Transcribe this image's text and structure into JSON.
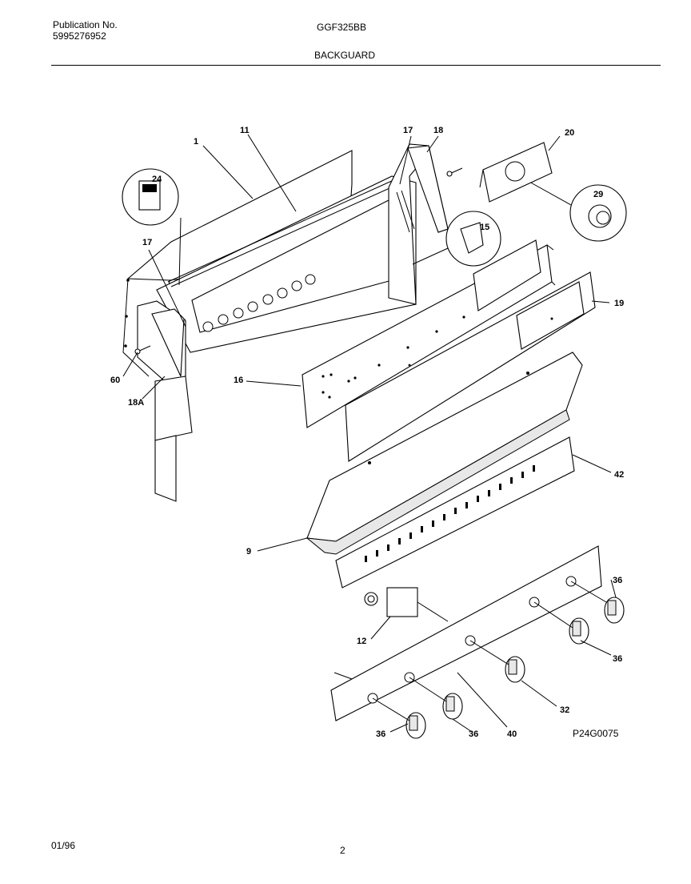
{
  "header": {
    "publication_label": "Publication No.",
    "publication_number": "5995276952",
    "model": "GGF325BB",
    "section": "BACKGUARD"
  },
  "footer": {
    "date": "01/96",
    "page": "2"
  },
  "diagram_code": "P24G0075",
  "callouts": {
    "c1": "1",
    "c11": "11",
    "c17a": "17",
    "c18": "18",
    "c20": "20",
    "c24": "24",
    "c29": "29",
    "c15": "15",
    "c17b": "17",
    "c19": "19",
    "c60": "60",
    "c18a": "18A",
    "c16": "16",
    "c42": "42",
    "c9": "9",
    "c36a": "36",
    "c12": "12",
    "c36b": "36",
    "c32": "32",
    "c36c": "36",
    "c36d": "36",
    "c40": "40"
  }
}
